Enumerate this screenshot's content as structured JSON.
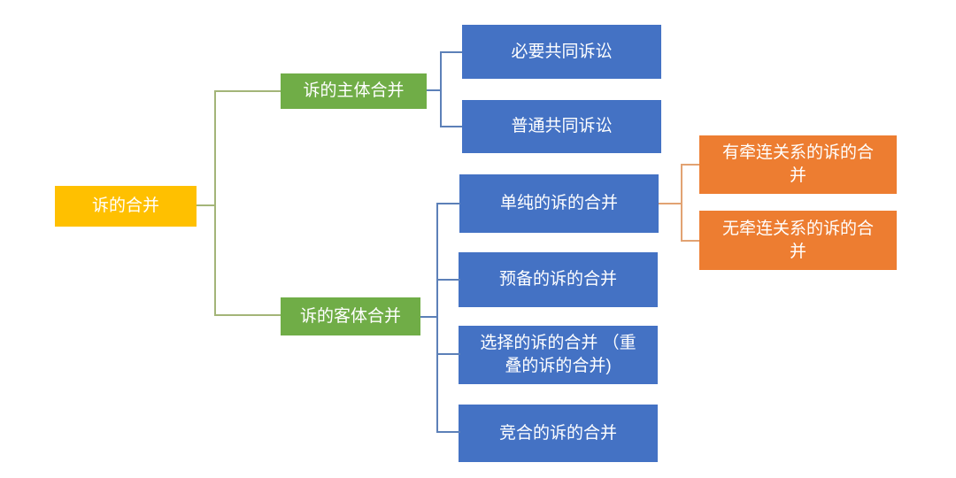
{
  "diagram": {
    "type": "tree",
    "direction": "left-to-right",
    "background": "#ffffff",
    "colors": {
      "root_fill": "#FFC000",
      "branch_fill": "#70AD47",
      "leaf_fill": "#4472C4",
      "subleaf_fill": "#ED7D31",
      "text": "#ffffff",
      "connector_root": "#A3B578",
      "connector_blue": "#5C80B8",
      "connector_orange": "#E2A272"
    },
    "nodes": {
      "root": {
        "label": "诉的合并",
        "level": 1
      },
      "subject": {
        "label": "诉的主体合并",
        "level": 2,
        "parent": "root"
      },
      "object": {
        "label": "诉的客体合并",
        "level": 2,
        "parent": "root"
      },
      "necessary": {
        "label": "必要共同诉讼",
        "level": 3,
        "parent": "subject"
      },
      "ordinary": {
        "label": "普通共同诉讼",
        "level": 3,
        "parent": "subject"
      },
      "simple": {
        "label": "单纯的诉的合并",
        "level": 3,
        "parent": "object"
      },
      "preliminary": {
        "label": "预备的诉的合并",
        "level": 3,
        "parent": "object"
      },
      "selective": {
        "label": "选择的诉的合并 （重\n叠的诉的合并)",
        "level": 3,
        "parent": "object"
      },
      "concurrent": {
        "label": "竞合的诉的合并",
        "level": 3,
        "parent": "object"
      },
      "connected": {
        "label": "有牵连关系的诉的合\n并",
        "level": 4,
        "parent": "simple"
      },
      "unconnected": {
        "label": "无牵连关系的诉的合\n并",
        "level": 4,
        "parent": "simple"
      }
    }
  }
}
